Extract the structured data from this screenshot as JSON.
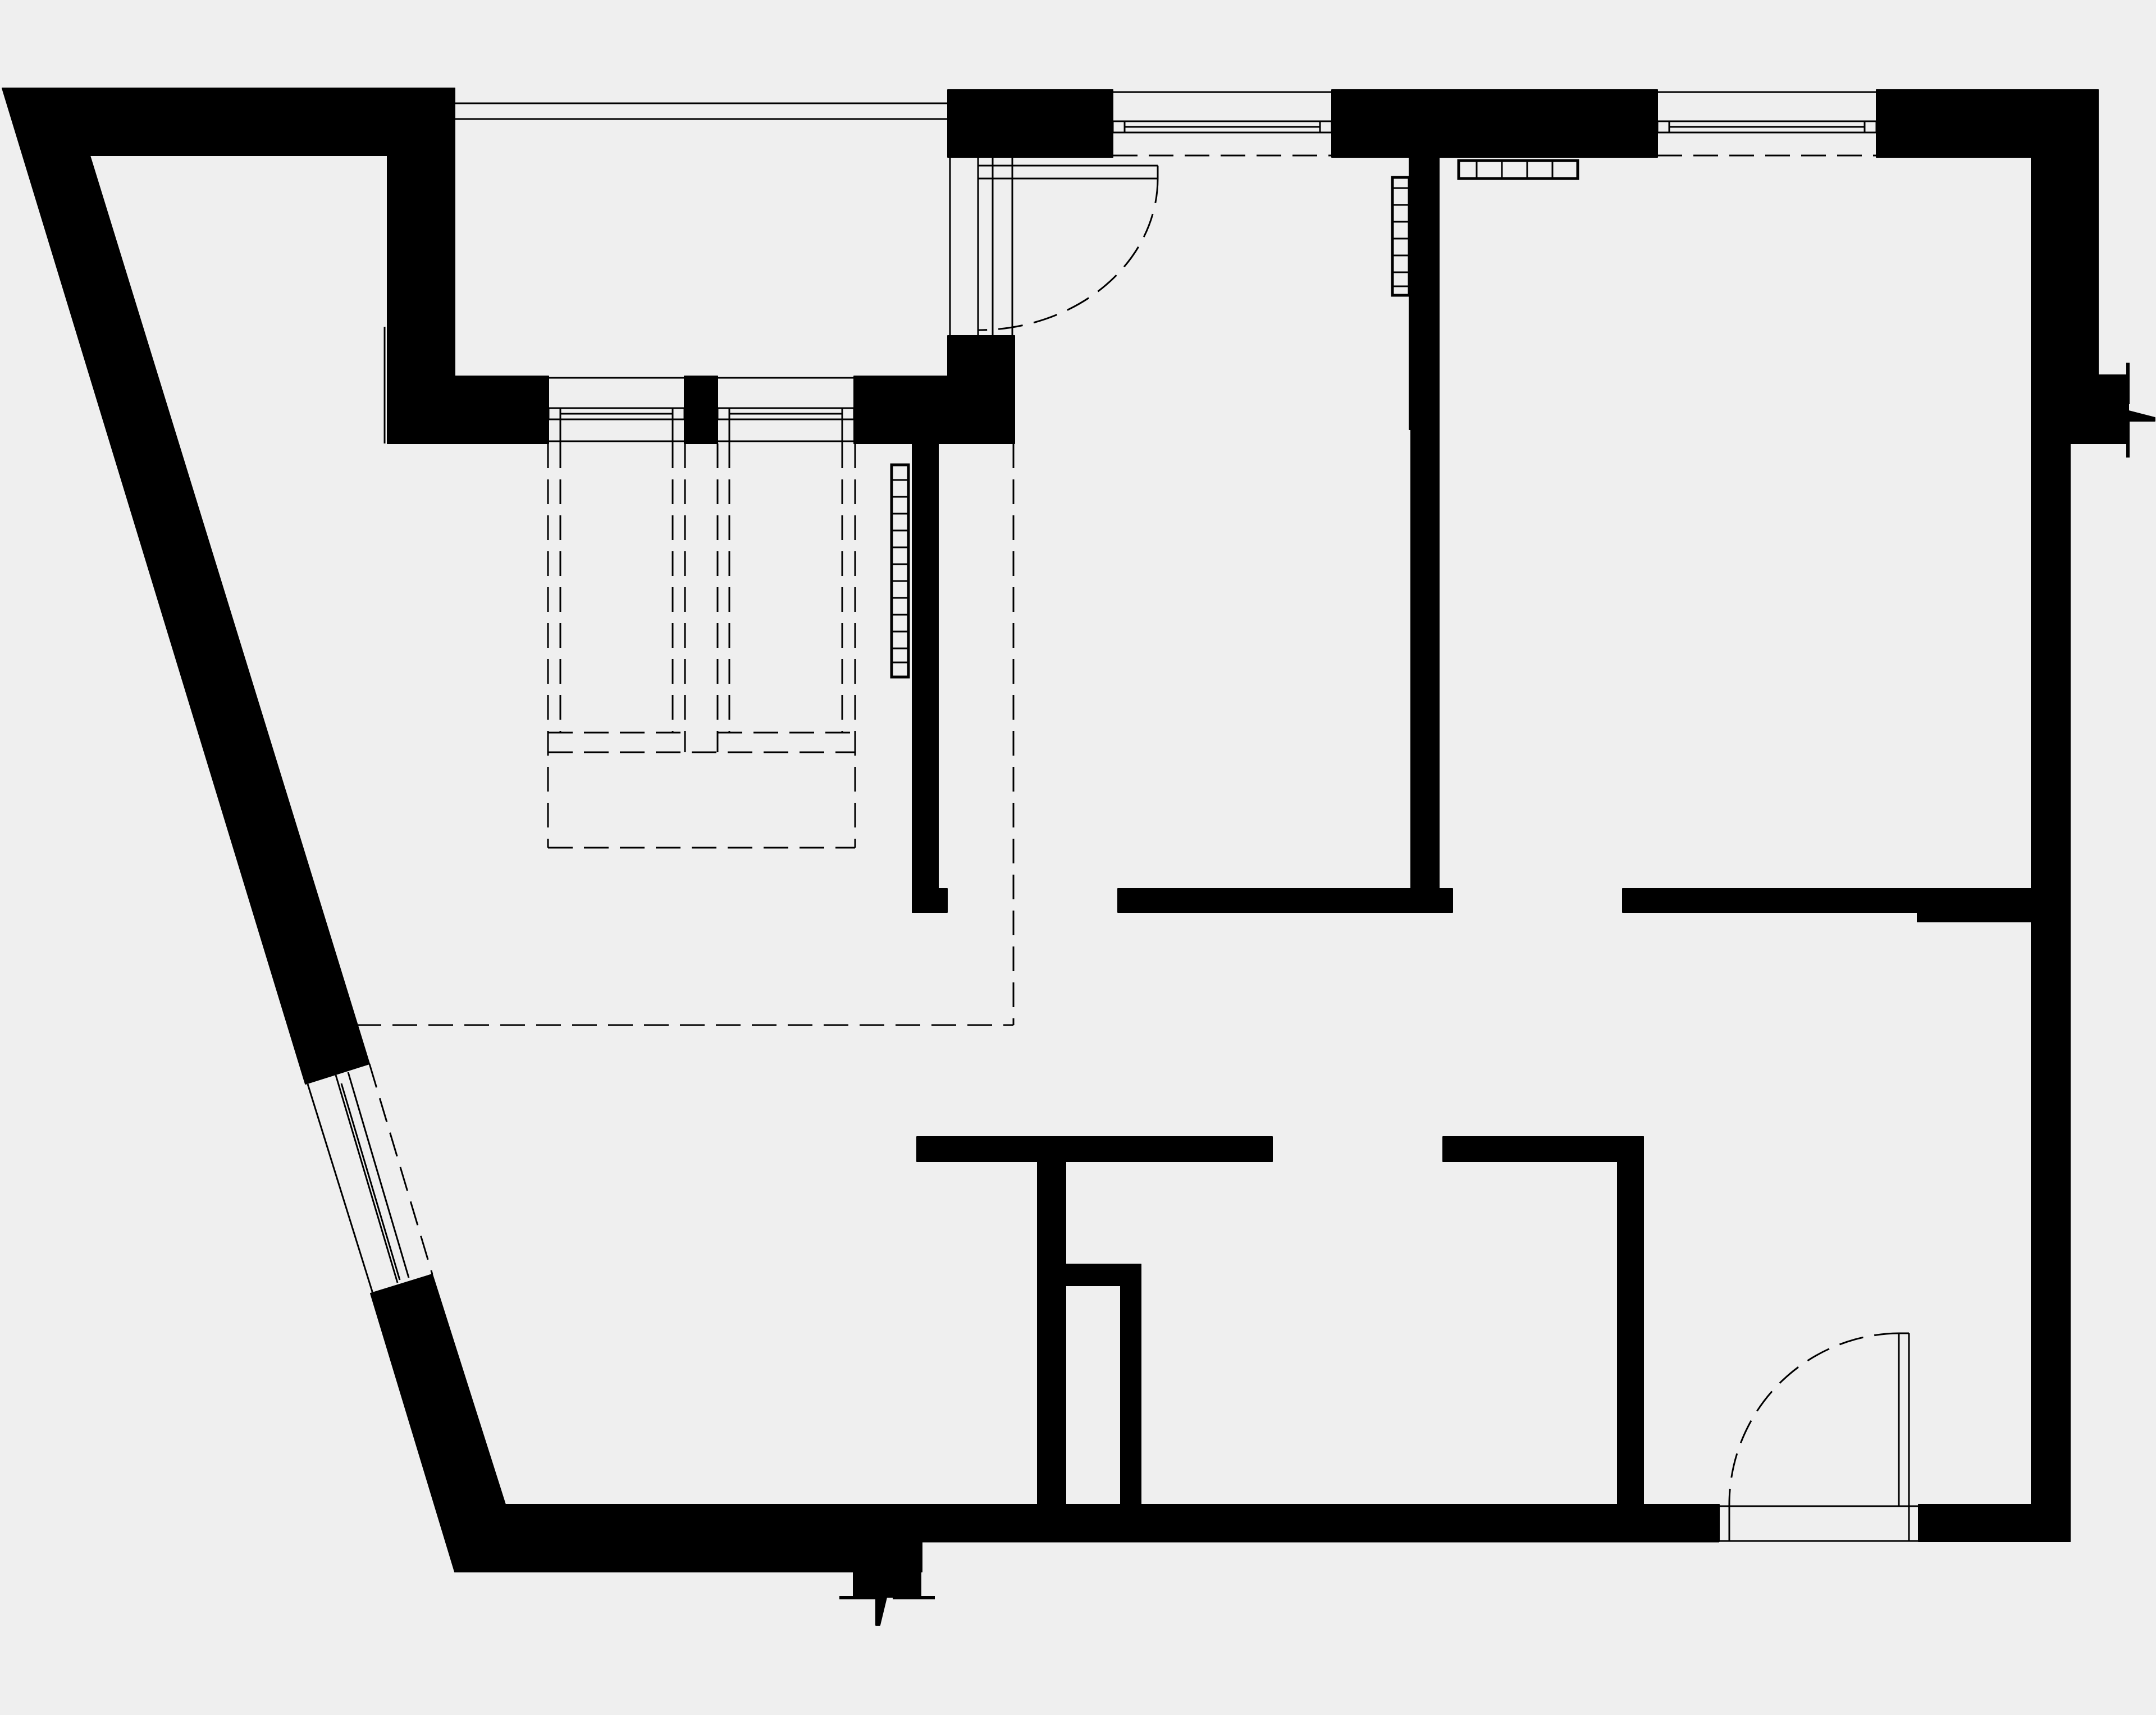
{
  "plan": {
    "background": "#efefef",
    "wall_color": "#000000",
    "elements": [
      "exterior-walls",
      "interior-walls",
      "windows",
      "doors",
      "radiators",
      "wardrobe-outline",
      "entrance-markers"
    ]
  }
}
